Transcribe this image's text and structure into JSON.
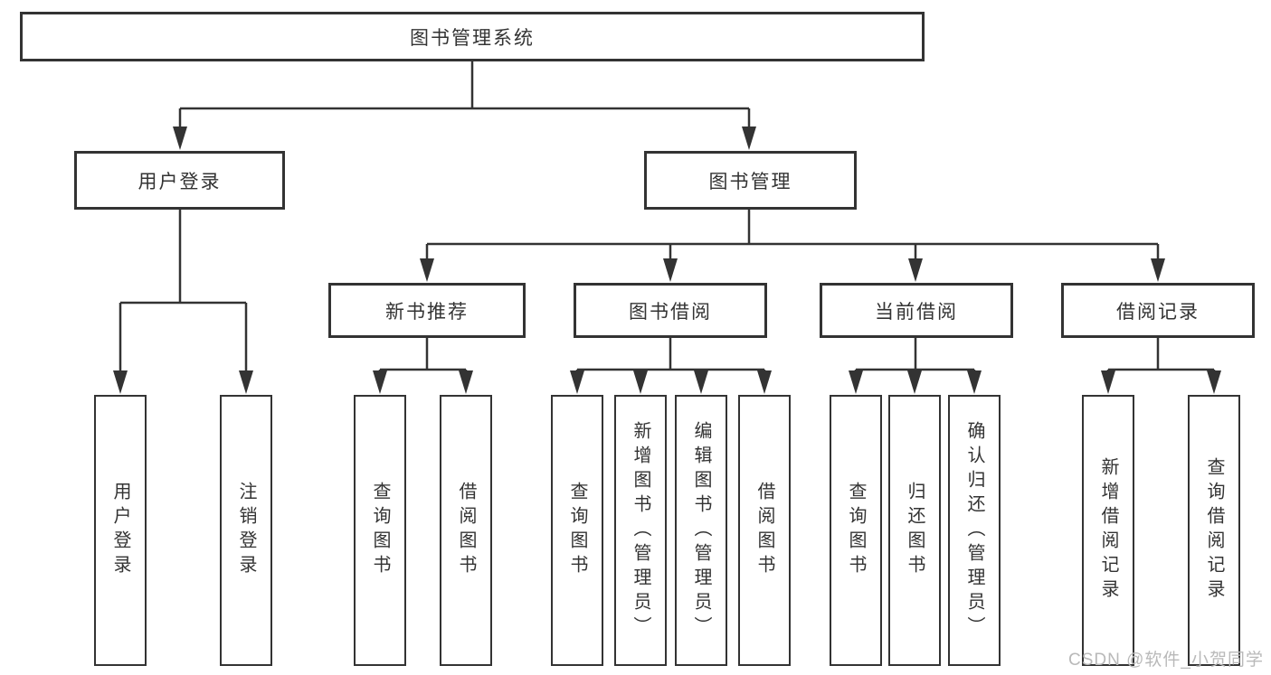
{
  "root": {
    "label": "图书管理系统"
  },
  "level2": {
    "user_login": {
      "label": "用户登录"
    },
    "book_management": {
      "label": "图书管理"
    }
  },
  "level3": {
    "new_books": {
      "label": "新书推荐"
    },
    "borrowing": {
      "label": "图书借阅"
    },
    "current": {
      "label": "当前借阅"
    },
    "records": {
      "label": "借阅记录"
    }
  },
  "leaves": {
    "user_login": [
      "用户登录",
      "注销登录"
    ],
    "new_books": [
      "查询图书",
      "借阅图书"
    ],
    "borrowing": [
      "查询图书",
      "新增图书（管理员）",
      "编辑图书（管理员）",
      "借阅图书"
    ],
    "current": [
      "查询图书",
      "归还图书",
      "确认归还（管理员）"
    ],
    "records": [
      "新增借阅记录",
      "查询借阅记录"
    ]
  },
  "watermark": {
    "text": "CSDN @软件_小贺同学"
  },
  "colors": {
    "border": "#333333",
    "line": "#333333",
    "text": "#333333",
    "watermark": "#b9b9b9",
    "background": "#ffffff"
  }
}
